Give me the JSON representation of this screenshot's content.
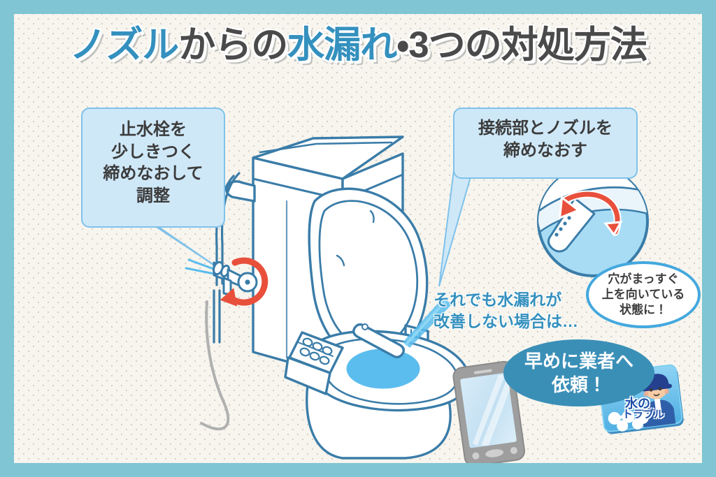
{
  "poster": {
    "title_parts": [
      {
        "text": "ノズル",
        "color": "#3490BE"
      },
      {
        "text": "からの",
        "color": "#4A4A4A"
      },
      {
        "text": "水漏れ",
        "color": "#3490BE"
      },
      {
        "text": "・3つの対処方法",
        "color": "#4A4A4A"
      }
    ],
    "title_full": "ノズルからの水漏れ・3つの対処方法"
  },
  "bubbles": {
    "left": {
      "lines": [
        "止水栓を",
        "少しきつく",
        "締めなおして",
        "調整"
      ],
      "fill": "#CFE8F8",
      "border": "#7FC2EA"
    },
    "right": {
      "lines": [
        "接続部とノズルを",
        "締めなおす"
      ],
      "fill": "#CFE8F8",
      "border": "#7FC2EA"
    },
    "oval": {
      "lines": [
        "穴がまっすぐ",
        "上を向いている",
        "状態に！"
      ],
      "fill": "#FFFFFF",
      "border": "#43A8DE"
    },
    "blue": {
      "lines": [
        "早めに業者へ",
        "依頼！"
      ],
      "fill": "#3A8FB7",
      "text_color": "#FFFFFF"
    }
  },
  "caption": {
    "lines": [
      "それでも水漏れが",
      "改善しない場合は…"
    ],
    "color": "#3490BE"
  },
  "logo_card": {
    "line1": "水の",
    "line2": "トラブル",
    "text_color": "#1E4FA8",
    "card_color": "#6EC4EE"
  },
  "colors": {
    "frame": "#7FC5D4",
    "panel_bg": "#F7F5EE",
    "dot": "#C8C6BE",
    "line_art": "#3A7CA8",
    "water": "#5BBDEE",
    "accent_red": "#E8503C",
    "phone_body": "#9E9E9E",
    "phone_screen": "#CFE6F5"
  },
  "icons": {
    "rotation_arrow_valve": "circular-arrow-icon",
    "rotation_arrow_nozzle": "curved-arrow-icon"
  }
}
